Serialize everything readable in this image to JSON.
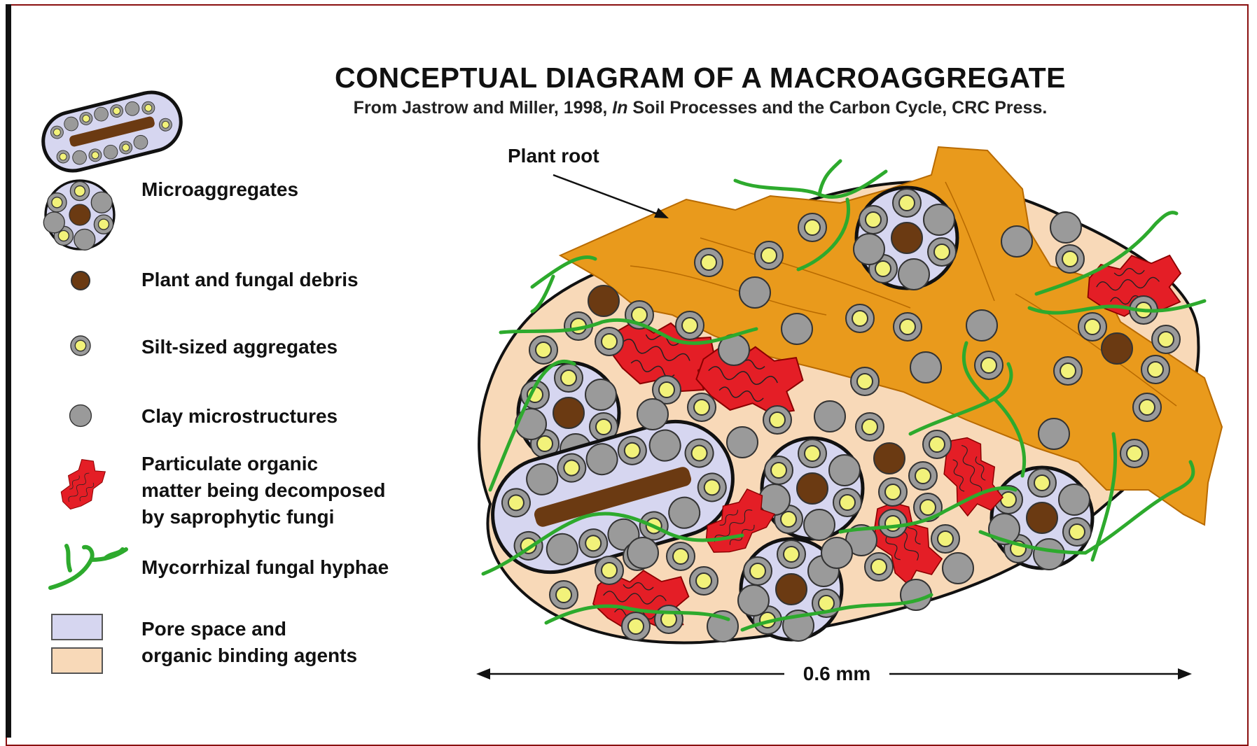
{
  "header": {
    "title": "CONCEPTUAL DIAGRAM OF A MACROAGGREGATE",
    "subtitle_prefix": "From Jastrow and Miller, 1998, ",
    "subtitle_italic": "In",
    "subtitle_suffix": " Soil Processes and the Carbon Cycle, CRC Press."
  },
  "legend": [
    {
      "key": "microaggregates",
      "label": "Microaggregates"
    },
    {
      "key": "debris",
      "label": "Plant and fungal debris"
    },
    {
      "key": "silt",
      "label": "Silt-sized aggregates"
    },
    {
      "key": "clay",
      "label": "Clay microstructures"
    },
    {
      "key": "pom",
      "label": "Particulate organic\nmatter being decomposed\nby saprophytic fungi"
    },
    {
      "key": "hyphae",
      "label": "Mycorrhizal fungal hyphae"
    },
    {
      "key": "pore",
      "label": "Pore space and\norganic binding agents"
    }
  ],
  "diagram": {
    "root_label": "Plant root",
    "scale_label": "0.6 mm"
  },
  "colors": {
    "root": "#E99A1C",
    "binding": "#F8D9B8",
    "pore": "#D6D6F0",
    "clay": "#9A9A9A",
    "silt_outer": "#9A9A9A",
    "silt_inner": "#F2F27A",
    "debris": "#6B3A12",
    "pom": "#E41E26",
    "hyphae": "#2DAA2D",
    "frame": "#8A1010"
  }
}
